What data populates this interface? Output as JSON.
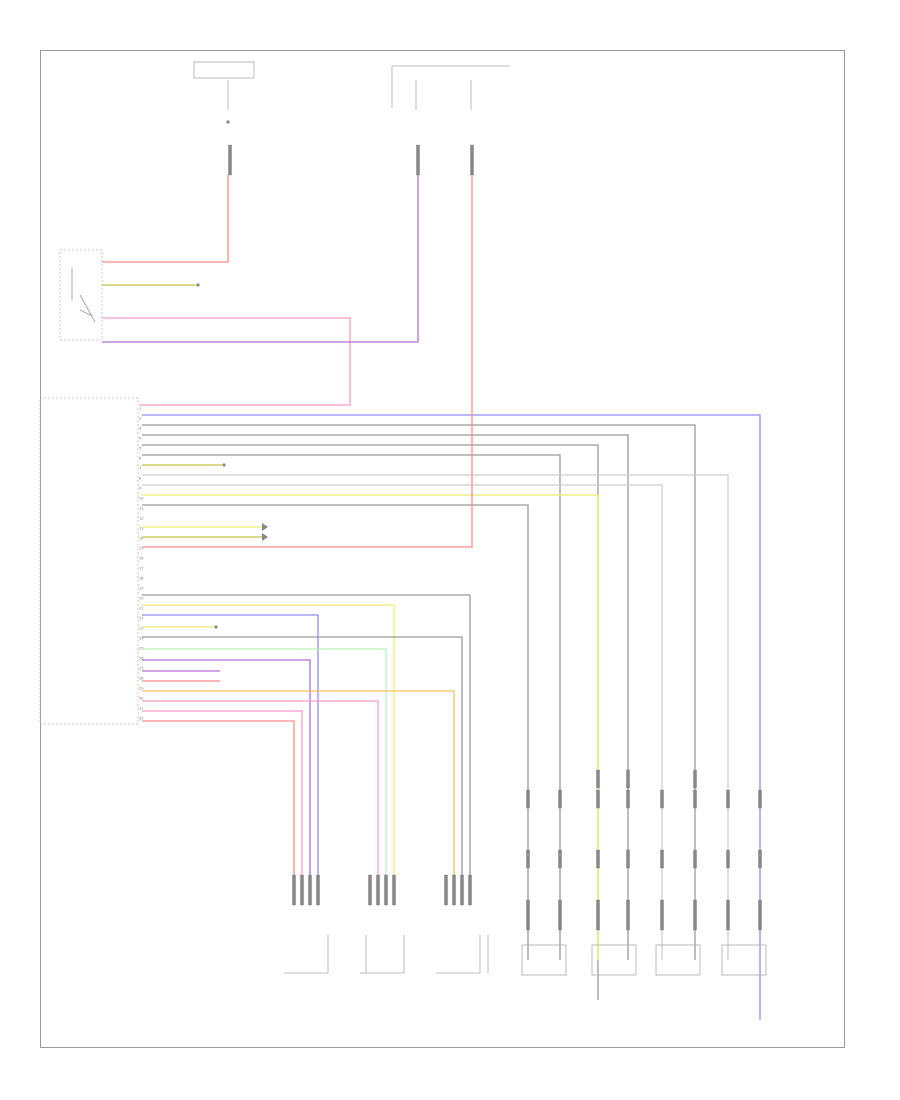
{
  "diagram": {
    "footer_code": "",
    "colors": {
      "red": "#ff8a8a",
      "pink": "#ff9bc8",
      "purple": "#b270d6",
      "blue": "#8f8ff2",
      "yellow": "#eeee70",
      "lightyellow": "#f3f3a8",
      "gray": "#9a9a9a",
      "lightgray": "#cfcfcf",
      "green": "#b8f0b8",
      "olive": "#c8c840",
      "orange": "#f4c060",
      "black": "#888888"
    },
    "module_pins": [
      "1",
      "2",
      "3",
      "4",
      "5",
      "6",
      "7",
      "8",
      "9",
      "10",
      "11",
      "12",
      "13",
      "14",
      "15",
      "16",
      "17",
      "18",
      "19",
      "20",
      "21",
      "22",
      "23",
      "24",
      "25",
      "26",
      "27",
      "28",
      "29",
      "30",
      "31",
      "32"
    ],
    "components": [
      {
        "id": "top-fuse-left"
      },
      {
        "id": "top-fuse-mid"
      },
      {
        "id": "top-fuse-right"
      },
      {
        "id": "relay"
      },
      {
        "id": "module"
      },
      {
        "id": "speaker-1"
      },
      {
        "id": "speaker-2"
      },
      {
        "id": "speaker-3"
      },
      {
        "id": "speaker-4"
      },
      {
        "id": "speaker-5"
      },
      {
        "id": "speaker-6"
      },
      {
        "id": "speaker-7"
      }
    ]
  }
}
